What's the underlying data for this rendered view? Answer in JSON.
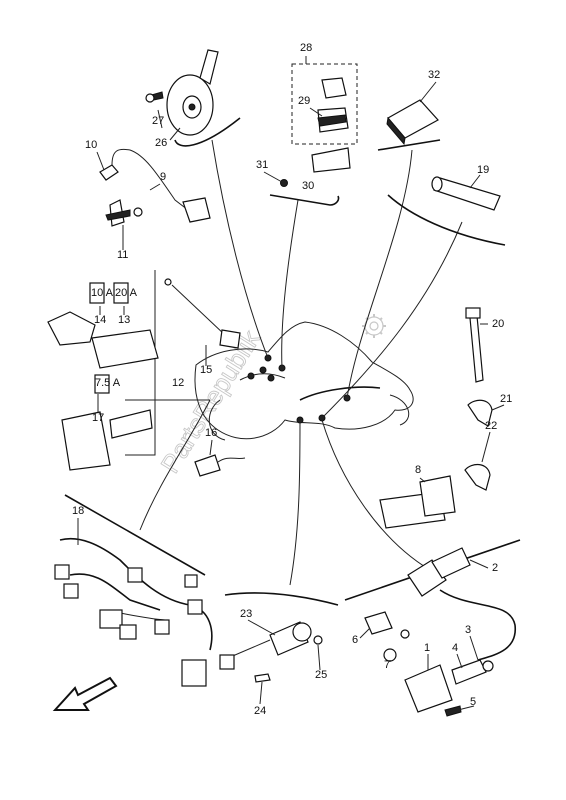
{
  "diagram": {
    "watermark": "PartsRepublik",
    "callouts": [
      "1",
      "2",
      "3",
      "4",
      "5",
      "6",
      "7",
      "8",
      "9",
      "10",
      "11",
      "12",
      "13",
      "14",
      "15",
      "16",
      "17",
      "18",
      "19",
      "20",
      "21",
      "22",
      "23",
      "24",
      "25",
      "26",
      "27",
      "28",
      "29",
      "30",
      "31",
      "32"
    ],
    "fuse_labels": [
      "10 A",
      "20 A",
      "7.5 A"
    ],
    "icons": [
      "direction-arrow-icon",
      "gear-logo-icon"
    ]
  }
}
